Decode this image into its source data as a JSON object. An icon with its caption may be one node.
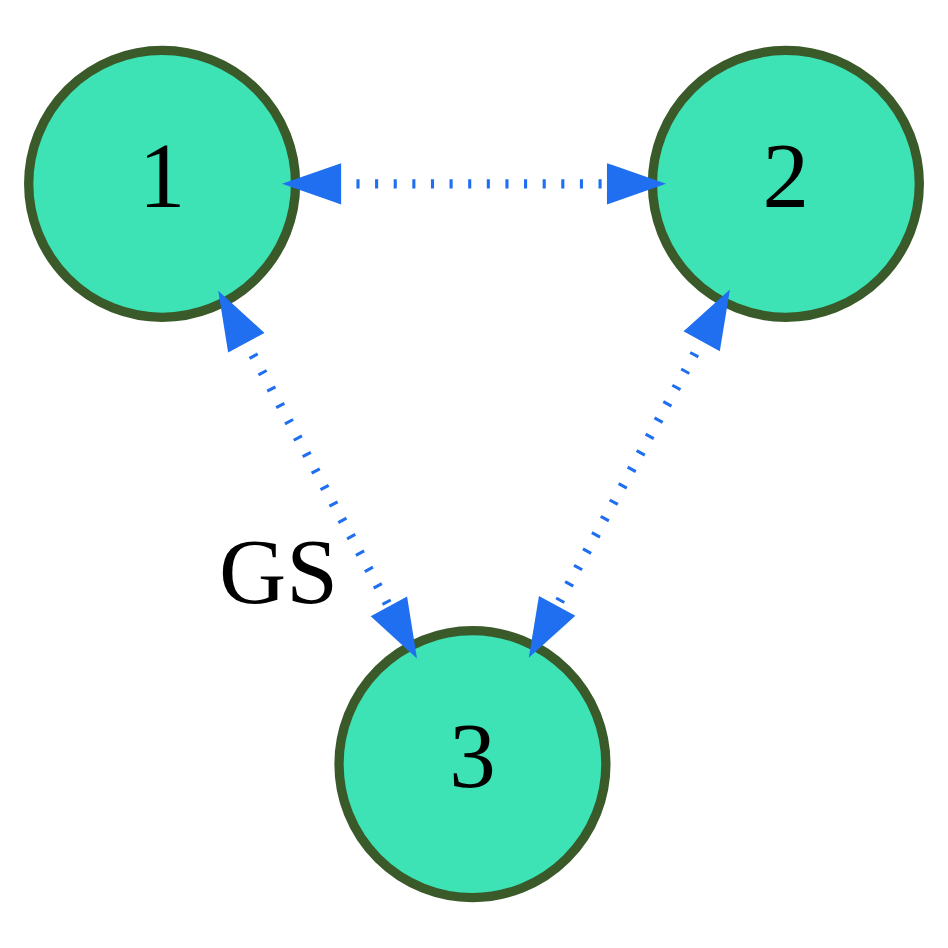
{
  "diagram": {
    "nodes": [
      {
        "text": [
          "1"
        ]
      },
      {
        "text": [
          "2"
        ]
      },
      {
        "text": [
          "3"
        ],
        "beside": [
          "GS"
        ]
      }
    ],
    "edges": [
      {
        "from": 0,
        "to": 1,
        "arrow": "both",
        "style": "dashed"
      },
      {
        "from": 0,
        "to": 2,
        "arrow": "both",
        "style": "dashed"
      },
      {
        "from": 1,
        "to": 2,
        "arrow": "both",
        "style": "dashed"
      }
    ]
  }
}
